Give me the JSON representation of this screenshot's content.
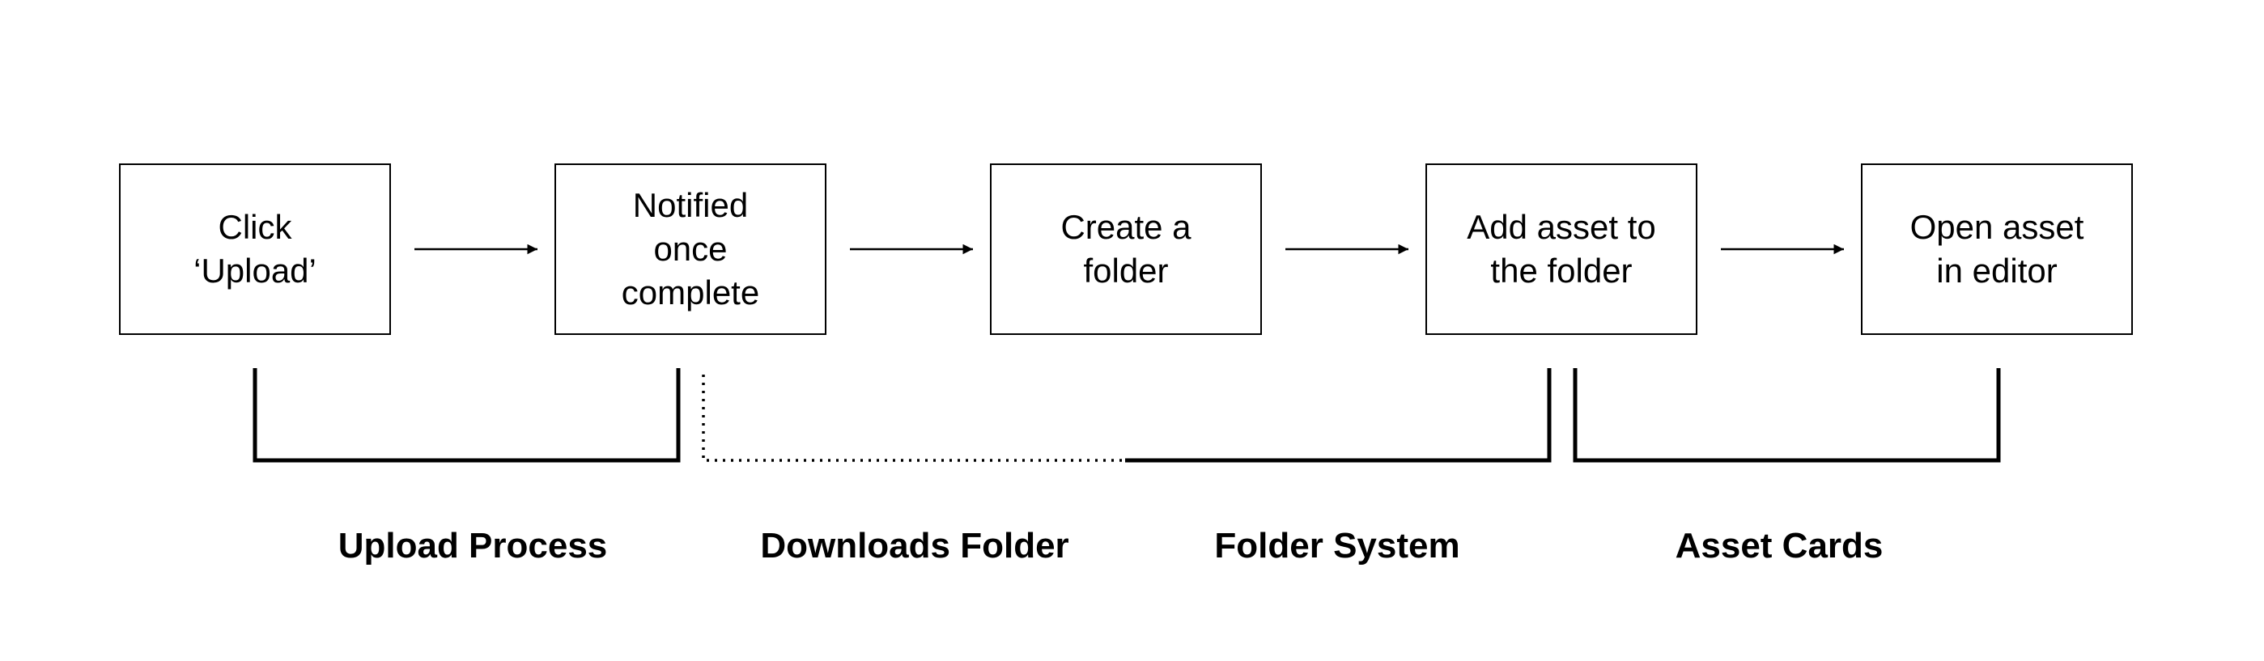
{
  "steps": [
    {
      "label": "Click\n‘Upload’"
    },
    {
      "label": "Notified\nonce\ncomplete"
    },
    {
      "label": "Create a\nfolder"
    },
    {
      "label": "Add asset to\nthe folder"
    },
    {
      "label": "Open asset\nin editor"
    }
  ],
  "groups": [
    {
      "label": "Upload Process"
    },
    {
      "label": "Downloads Folder"
    },
    {
      "label": "Folder System"
    },
    {
      "label": "Asset Cards"
    }
  ],
  "colors": {
    "stroke": "#000000",
    "background": "#ffffff"
  }
}
